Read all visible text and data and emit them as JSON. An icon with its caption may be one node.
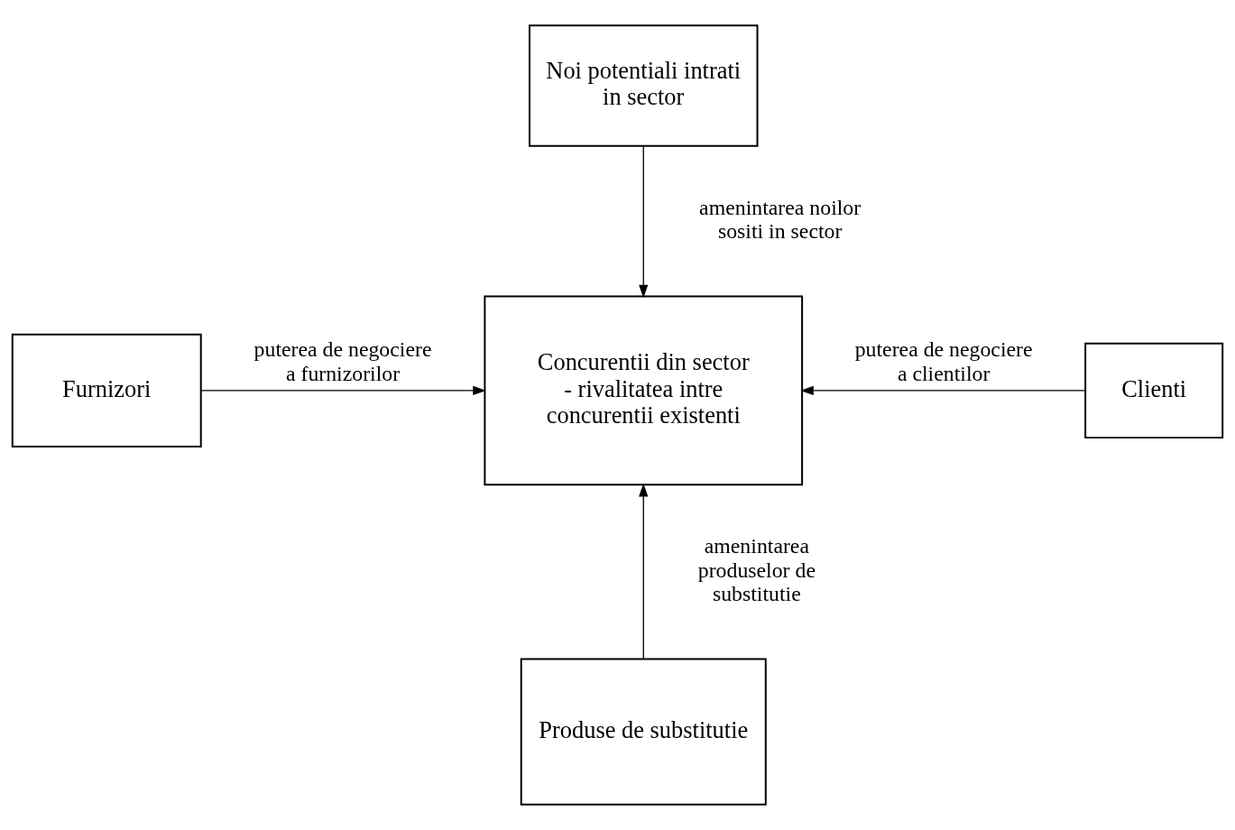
{
  "diagram": {
    "nodes": [
      {
        "text": [
          "Noi potentiali intrati in sector"
        ]
      },
      {
        "text": [
          "Furnizori"
        ]
      },
      {
        "text": [
          "Concurentii din sector - rivalitatea intre concurentii existenti"
        ]
      },
      {
        "text": [
          "Clienti"
        ]
      },
      {
        "text": [
          "Produse de substitutie"
        ]
      }
    ],
    "edges": [
      {
        "from": 0,
        "to": 2,
        "arrow": "to",
        "label": "amenintarea noilor sositi in sector"
      },
      {
        "from": 1,
        "to": 2,
        "arrow": "to",
        "label": "puterea de negociere a furnizorilor"
      },
      {
        "from": 3,
        "to": 2,
        "arrow": "to",
        "label": "puterea de negociere a clientilor"
      },
      {
        "from": 4,
        "to": 2,
        "arrow": "to",
        "label": "amenintarea produselor de substitutie"
      }
    ]
  }
}
